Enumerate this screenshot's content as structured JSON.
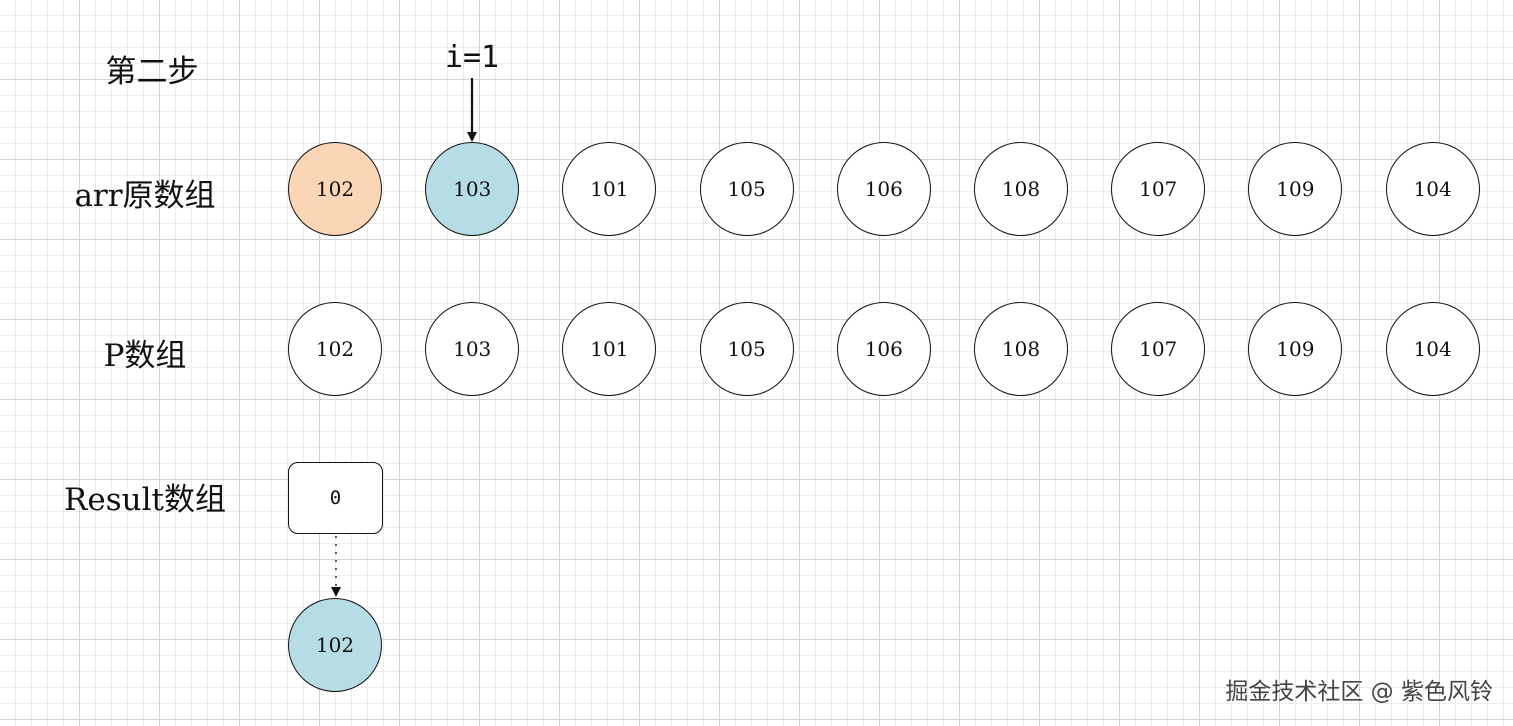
{
  "step_title": "第二步",
  "pointer": {
    "label": "i=1",
    "index": 1
  },
  "rows": {
    "arr": {
      "label": "arr原数组",
      "items": [
        "102",
        "103",
        "101",
        "105",
        "106",
        "108",
        "107",
        "109",
        "104"
      ],
      "highlights": {
        "0": "#fad6b7",
        "1": "#b6dde6"
      }
    },
    "p": {
      "label": "P数组",
      "items": [
        "102",
        "103",
        "101",
        "105",
        "106",
        "108",
        "107",
        "109",
        "104"
      ]
    },
    "result": {
      "label": "Result数组",
      "box_value": "0",
      "node_value": "102",
      "node_color": "#b6dde6"
    }
  },
  "watermark": "掘金技术社区 @ 紫色风铃"
}
